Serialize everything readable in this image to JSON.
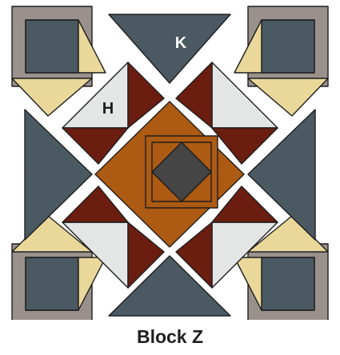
{
  "title": "Block Z",
  "piece_labels": {
    "k": "K",
    "h": "H"
  },
  "colors": {
    "background": "#ffffff",
    "slate": "#4a5962",
    "brown": "#ad5a12",
    "dark_red": "#6b1d10",
    "light_gray": "#e4e6e6",
    "cream": "#ead79a",
    "taupe": "#9a918d",
    "charcoal": "#454545",
    "outline": "#1e1e1e"
  }
}
